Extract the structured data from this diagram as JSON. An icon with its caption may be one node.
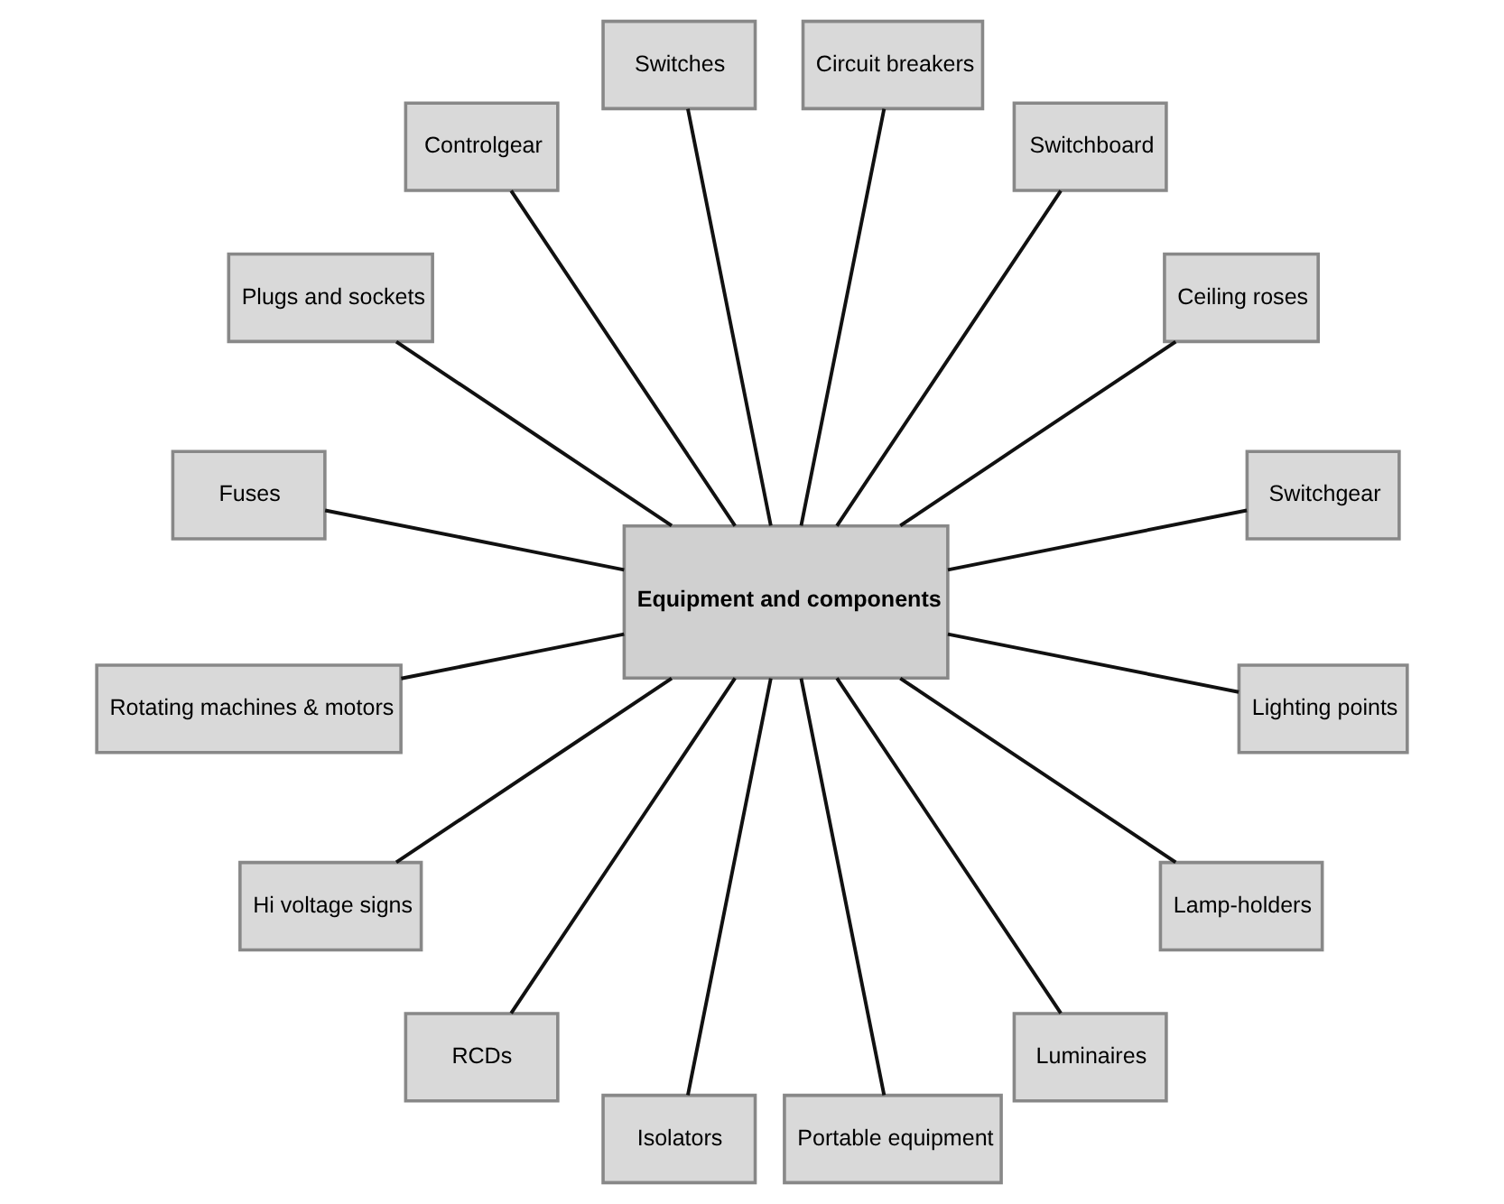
{
  "diagram": {
    "nodes": [
      {
        "text": [
          "Equipment and components"
        ]
      },
      {
        "text": [
          "Switchgear"
        ]
      },
      {
        "text": [
          "Ceiling roses"
        ]
      },
      {
        "text": [
          "Switchboard"
        ]
      },
      {
        "text": [
          "Circuit breakers"
        ]
      },
      {
        "text": [
          "Switches"
        ]
      },
      {
        "text": [
          "Controlgear"
        ]
      },
      {
        "text": [
          "Plugs and sockets"
        ]
      },
      {
        "text": [
          "Fuses"
        ]
      },
      {
        "text": [
          "Rotating machines & motors"
        ]
      },
      {
        "text": [
          "Hi voltage signs"
        ]
      },
      {
        "text": [
          "RCDs"
        ]
      },
      {
        "text": [
          "Isolators"
        ]
      },
      {
        "text": [
          "Portable equipment"
        ]
      },
      {
        "text": [
          "Luminaires"
        ]
      },
      {
        "text": [
          "Lamp-holders"
        ]
      },
      {
        "text": [
          "Lighting points"
        ]
      }
    ],
    "edges": [
      {
        "from": 0,
        "to": 1,
        "arrow": "none"
      },
      {
        "from": 0,
        "to": 2,
        "arrow": "none"
      },
      {
        "from": 0,
        "to": 3,
        "arrow": "none"
      },
      {
        "from": 0,
        "to": 4,
        "arrow": "none"
      },
      {
        "from": 0,
        "to": 5,
        "arrow": "none"
      },
      {
        "from": 0,
        "to": 6,
        "arrow": "none"
      },
      {
        "from": 0,
        "to": 7,
        "arrow": "none"
      },
      {
        "from": 0,
        "to": 8,
        "arrow": "none"
      },
      {
        "from": 0,
        "to": 9,
        "arrow": "none"
      },
      {
        "from": 0,
        "to": 10,
        "arrow": "none"
      },
      {
        "from": 0,
        "to": 11,
        "arrow": "none"
      },
      {
        "from": 0,
        "to": 12,
        "arrow": "none"
      },
      {
        "from": 0,
        "to": 13,
        "arrow": "none"
      },
      {
        "from": 0,
        "to": 14,
        "arrow": "none"
      },
      {
        "from": 0,
        "to": 15,
        "arrow": "none"
      },
      {
        "from": 0,
        "to": 16,
        "arrow": "none"
      }
    ]
  }
}
